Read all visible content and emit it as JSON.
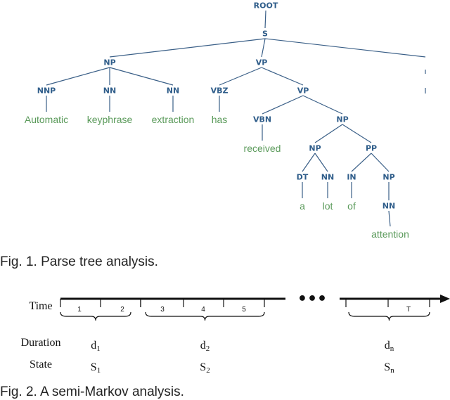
{
  "parse_tree": {
    "nodes": {
      "root": {
        "label": "ROOT",
        "kind": "tag"
      },
      "s": {
        "label": "S",
        "kind": "tag"
      },
      "np1": {
        "label": "NP",
        "kind": "tag"
      },
      "vp1": {
        "label": "VP",
        "kind": "tag"
      },
      "nnp": {
        "label": "NNP",
        "kind": "tag"
      },
      "nn1": {
        "label": "NN",
        "kind": "tag"
      },
      "nn2": {
        "label": "NN",
        "kind": "tag"
      },
      "w_automatic": {
        "label": "Automatic",
        "kind": "word"
      },
      "w_keyphrase": {
        "label": "keyphrase",
        "kind": "word"
      },
      "w_extraction": {
        "label": "extraction",
        "kind": "word"
      },
      "vbz": {
        "label": "VBZ",
        "kind": "tag"
      },
      "vp2": {
        "label": "VP",
        "kind": "tag"
      },
      "w_has": {
        "label": "has",
        "kind": "word"
      },
      "vbn": {
        "label": "VBN",
        "kind": "tag"
      },
      "np2": {
        "label": "NP",
        "kind": "tag"
      },
      "w_received": {
        "label": "received",
        "kind": "word"
      },
      "np3": {
        "label": "NP",
        "kind": "tag"
      },
      "pp": {
        "label": "PP",
        "kind": "tag"
      },
      "dt": {
        "label": "DT",
        "kind": "tag"
      },
      "nn3": {
        "label": "NN",
        "kind": "tag"
      },
      "in": {
        "label": "IN",
        "kind": "tag"
      },
      "np4": {
        "label": "NP",
        "kind": "tag"
      },
      "w_a": {
        "label": "a",
        "kind": "word"
      },
      "w_lot": {
        "label": "lot",
        "kind": "word"
      },
      "w_of": {
        "label": "of",
        "kind": "word"
      },
      "nn4": {
        "label": "NN",
        "kind": "tag"
      },
      "w_attention": {
        "label": "attention",
        "kind": "word"
      }
    },
    "edges": [
      [
        "root",
        "s"
      ],
      [
        "s",
        "np1"
      ],
      [
        "s",
        "vp1"
      ],
      [
        "s",
        "punct"
      ],
      [
        "np1",
        "nnp"
      ],
      [
        "np1",
        "nn1"
      ],
      [
        "np1",
        "nn2"
      ],
      [
        "nnp",
        "w_automatic"
      ],
      [
        "nn1",
        "w_keyphrase"
      ],
      [
        "nn2",
        "w_extraction"
      ],
      [
        "vp1",
        "vbz"
      ],
      [
        "vp1",
        "vp2"
      ],
      [
        "vbz",
        "w_has"
      ],
      [
        "vp2",
        "vbn"
      ],
      [
        "vp2",
        "np2"
      ],
      [
        "vbn",
        "w_received"
      ],
      [
        "np2",
        "np3"
      ],
      [
        "np2",
        "pp"
      ],
      [
        "np3",
        "dt"
      ],
      [
        "np3",
        "nn3"
      ],
      [
        "dt",
        "w_a"
      ],
      [
        "nn3",
        "w_lot"
      ],
      [
        "pp",
        "in"
      ],
      [
        "pp",
        "np4"
      ],
      [
        "in",
        "w_of"
      ],
      [
        "np4",
        "nn4"
      ],
      [
        "nn4",
        "w_attention"
      ]
    ]
  },
  "captions": {
    "fig1": "Fig. 1. Parse tree analysis.",
    "fig2": "Fig. 2. A semi-Markov analysis."
  },
  "timeline": {
    "time_label": "Time",
    "duration_label": "Duration",
    "state_label": "State",
    "ellipsis": "•••",
    "segments": [
      {
        "cells": [
          "1",
          "2"
        ],
        "duration": "d",
        "duration_sub": "1",
        "state": "S",
        "state_sub": "1"
      },
      {
        "cells": [
          "3",
          "4",
          "5"
        ],
        "duration": "d",
        "duration_sub": "2",
        "state": "S",
        "state_sub": "2"
      },
      {
        "cells": [
          "T"
        ],
        "duration": "d",
        "duration_sub": "n",
        "state": "S",
        "state_sub": "n"
      }
    ]
  }
}
